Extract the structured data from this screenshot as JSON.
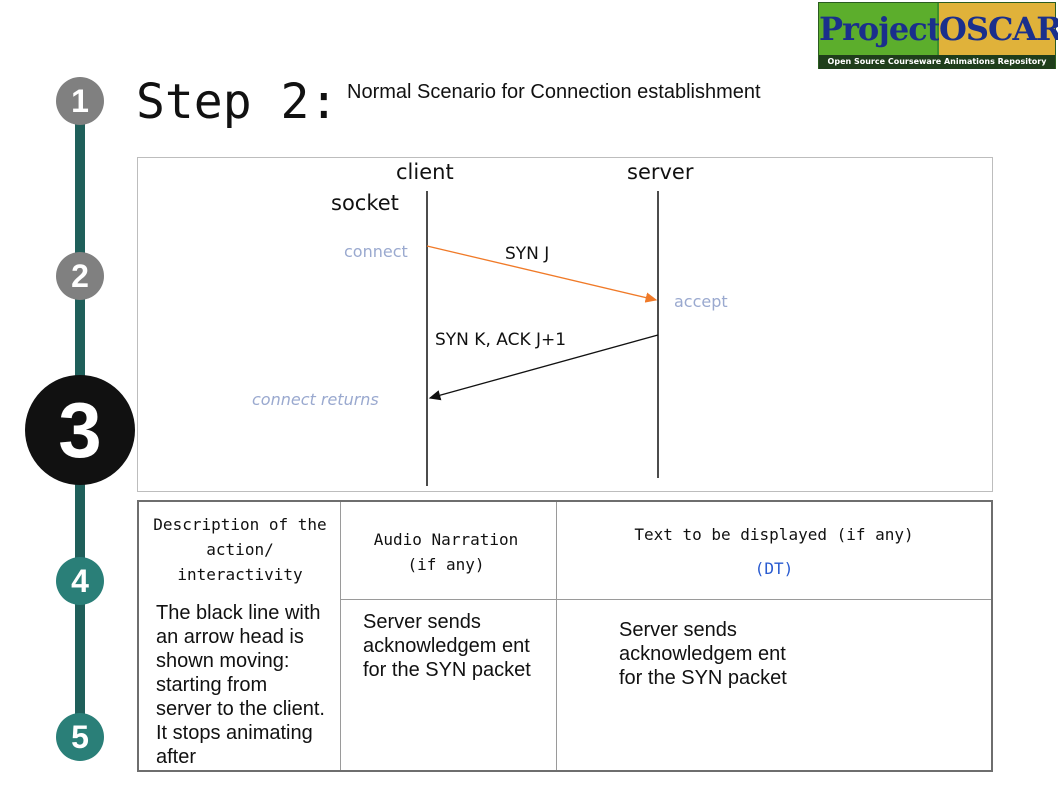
{
  "logo": {
    "word1": "Project",
    "word2": "OSCAR",
    "tagline": "Open Source Courseware Animations Repository"
  },
  "steps": [
    {
      "label": "1",
      "state": "done",
      "color": "#808080"
    },
    {
      "label": "2",
      "state": "done",
      "color": "#808080"
    },
    {
      "label": "3",
      "state": "current",
      "color": "#111111"
    },
    {
      "label": "4",
      "state": "upcoming",
      "color": "#2a7f78"
    },
    {
      "label": "5",
      "state": "upcoming",
      "color": "#2a7f78"
    }
  ],
  "header": {
    "title": "Step 2:",
    "subtitle": "Normal Scenario for Connection establishment"
  },
  "diagram": {
    "client_label": "client",
    "server_label": "server",
    "socket_label": "socket",
    "connect_label": "connect",
    "accept_label": "accept",
    "connect_returns_label": "connect returns",
    "msg1": {
      "label": "SYN J",
      "from": "client",
      "to": "server",
      "color": "#f07a28"
    },
    "msg2": {
      "label": "SYN K, ACK J+1",
      "from": "server",
      "to": "client",
      "color": "#111111"
    }
  },
  "table": {
    "headers": {
      "description": "Description of the action/ interactivity",
      "audio": "Audio Narration (if any)",
      "text": "Text to be displayed (if any)",
      "dt": "(DT)"
    },
    "row": {
      "description": "The black line with an arrow head is shown moving: starting from server to the client. It stops animating after",
      "audio": "Server sends acknowledgem ent for the SYN packet",
      "text": "Server sends acknowledgem ent for the SYN packet"
    },
    "dt_color": "#2a5bd0"
  }
}
